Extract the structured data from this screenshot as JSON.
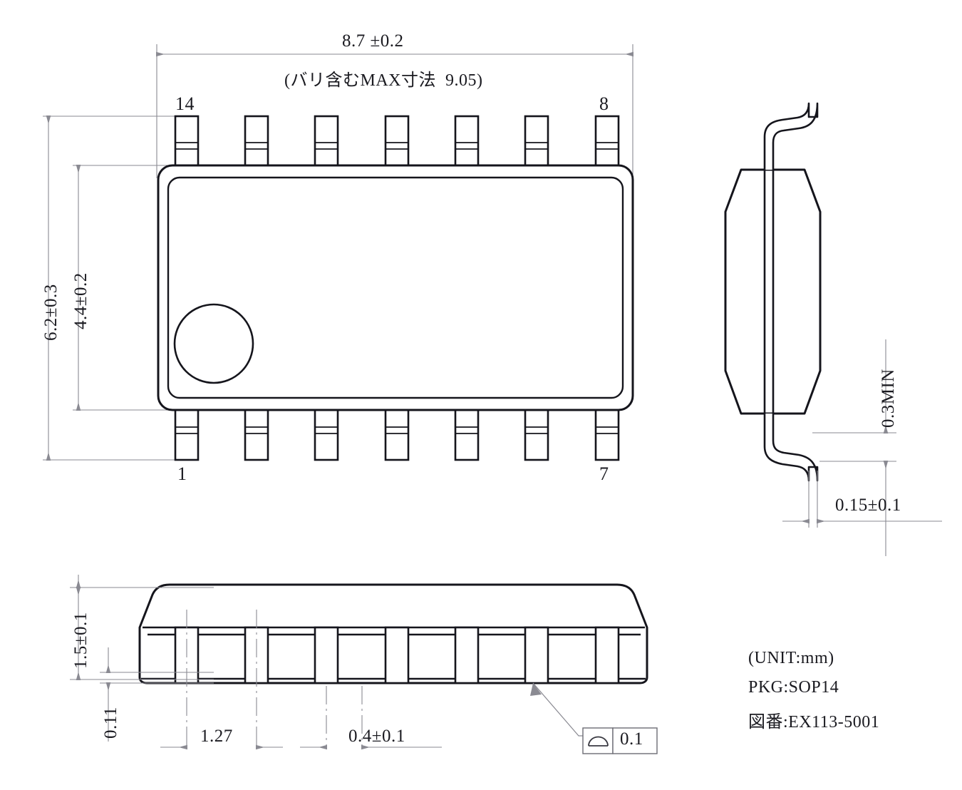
{
  "drawing": {
    "title": "SOP14 package outline drawing",
    "unit_note": "(UNIT:mm)",
    "package_note": "PKG:SOP14",
    "drawing_number_note": "図番:EX113-5001"
  },
  "top_view": {
    "width_dimension": "8.7 ±0.2",
    "width_max_note": "(バリ含むMAX寸法  9.05)",
    "height_outer_dimension": "6.2±0.3",
    "height_body_dimension": "4.4±0.2",
    "pin_labels": {
      "top_left": "14",
      "top_right": "8",
      "bottom_left": "1",
      "bottom_right": "7"
    },
    "lead_count_per_side": 7
  },
  "side_view": {
    "standoff_dimension": "0.3MIN",
    "lead_thickness_dimension": "0.15±0.1"
  },
  "front_view": {
    "body_height_dimension": "1.5±0.1",
    "standoff_dimension": "0.11",
    "lead_pitch_dimension": "1.27",
    "lead_width_dimension": "0.4±0.1",
    "gdt": {
      "symbol": "profile-of-a-surface-icon",
      "tolerance": "0.1"
    },
    "lead_count": 7
  },
  "colors": {
    "outline": "#15151c",
    "dimension_line": "#8a8a92",
    "text": "#1a1a20",
    "background": "#ffffff"
  }
}
